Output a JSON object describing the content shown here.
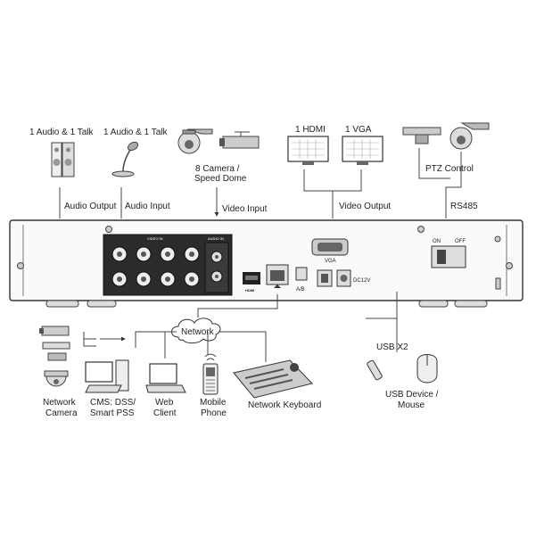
{
  "top_labels": {
    "audio_talk_1": "1 Audio  & 1 Talk",
    "audio_talk_2": "1 Audio & 1 Talk",
    "camera_line1": "8  Camera /",
    "camera_line2": "Speed Dome",
    "hdmi": "1 HDMI",
    "vga": "1 VGA",
    "ptz": "PTZ Control"
  },
  "port_labels": {
    "audio_output": "Audio  Output",
    "audio_input": "Audio  Input",
    "video_input": "Video Input",
    "video_output": "Video Output",
    "rs485": "RS485"
  },
  "panel_labels": {
    "video_in": "VIDEO IN",
    "audio_in": "AUDIO IN",
    "vga_port": "VGA",
    "hdmi_port": "HDMI",
    "ab": "A/B",
    "power": "DC12V",
    "on": "ON",
    "off": "OFF"
  },
  "bottom_labels": {
    "network": "Network",
    "usb_x2": "USB X2",
    "network_camera": [
      "Network",
      "Camera"
    ],
    "cms": [
      "CMS: DSS/",
      "Smart PSS"
    ],
    "web_client": [
      "Web",
      "Client"
    ],
    "mobile_phone": [
      "Mobile",
      "Phone"
    ],
    "network_keyboard": "Network Keyboard",
    "usb_device": [
      "USB Device /",
      "Mouse"
    ]
  }
}
